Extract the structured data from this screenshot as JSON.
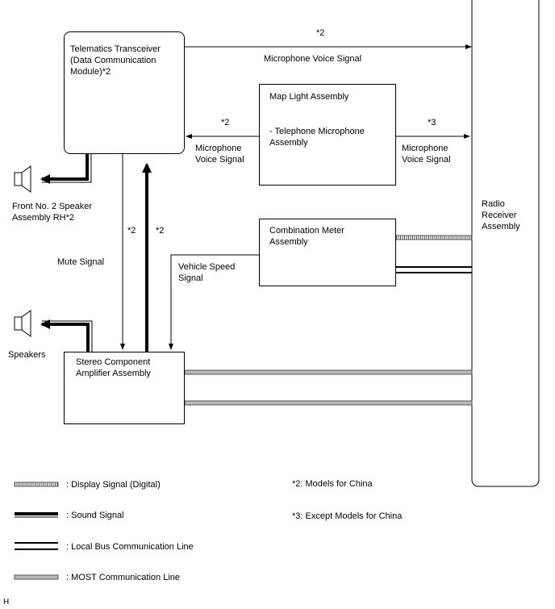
{
  "components": {
    "telematics": "Telematics Transceiver\n(Data Communication\nModule)*2",
    "map_light_title": "Map Light Assembly",
    "map_light_sub": "- Telephone Microphone\nAssembly",
    "combination_meter": "Combination Meter\nAssembly",
    "stereo_amp": "Stereo Component\nAmplifier Assembly",
    "radio_receiver": "Radio\nReceiver\nAssembly",
    "front_speaker": "Front No. 2 Speaker\nAssembly RH*2",
    "speakers": "Speakers"
  },
  "signals": {
    "top_note": "*2",
    "top_mic": "Microphone Voice Signal",
    "left_note": "*2",
    "left_mic": "Microphone\nVoice Signal",
    "right_note": "*3",
    "right_mic": "Microphone\nVoice Signal",
    "mute_note": "*2",
    "sound_note": "*2",
    "mute": "Mute Signal",
    "vehicle_speed": "Vehicle Speed\nSignal"
  },
  "legend": {
    "display": ": Display Signal (Digital)",
    "sound": ": Sound Signal",
    "local_bus": ": Local Bus Communication Line",
    "most": ": MOST Communication Line"
  },
  "notes": {
    "china": "*2: Models for China",
    "except_china": "*3: Except Models for China"
  },
  "footer_code": "H"
}
